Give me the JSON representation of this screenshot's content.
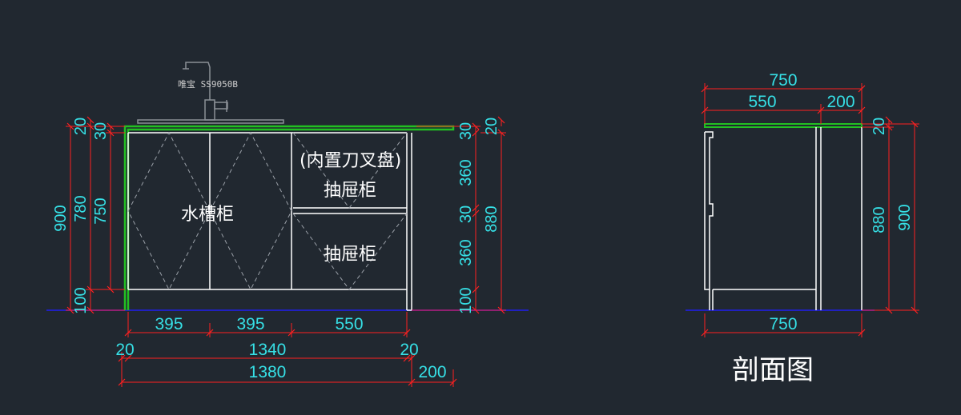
{
  "colors": {
    "background": "#212830",
    "outline": "#ffffff",
    "countertop": "#22c022",
    "dimension_line": "#ff2020",
    "dimension_text": "#36e0e6",
    "floor_line": "#2020c0",
    "hidden_line": "#9aa0a8"
  },
  "front_view": {
    "labels": {
      "faucet_model": "唯宝 SS9050B",
      "sink_cabinet": "水槽柜",
      "drawer_top_note": "(内置刀叉盘)",
      "drawer_top": "抽屉柜",
      "drawer_bottom": "抽屉柜"
    },
    "dims_left": {
      "outer": "900",
      "mid": "780",
      "inner": "750",
      "top_a": "20",
      "top_b": "30",
      "base": "100"
    },
    "dims_right": {
      "top_a": "20",
      "top_b": "30",
      "drawer1": "360",
      "gap": "30",
      "drawer2": "360",
      "base": "100",
      "overall": "880"
    },
    "dims_bottom": {
      "row1": [
        "395",
        "395",
        "550"
      ],
      "row2_left": "20",
      "row2_mid": "1340",
      "row2_right": "20",
      "row3_total": "1380",
      "row3_overhang": "200"
    }
  },
  "section_view": {
    "title": "剖面图",
    "dims_top": {
      "total": "750",
      "a": "550",
      "b": "200"
    },
    "dims_right": {
      "top": "20",
      "inner": "880",
      "outer": "900"
    },
    "dims_bottom": {
      "total": "750"
    }
  }
}
